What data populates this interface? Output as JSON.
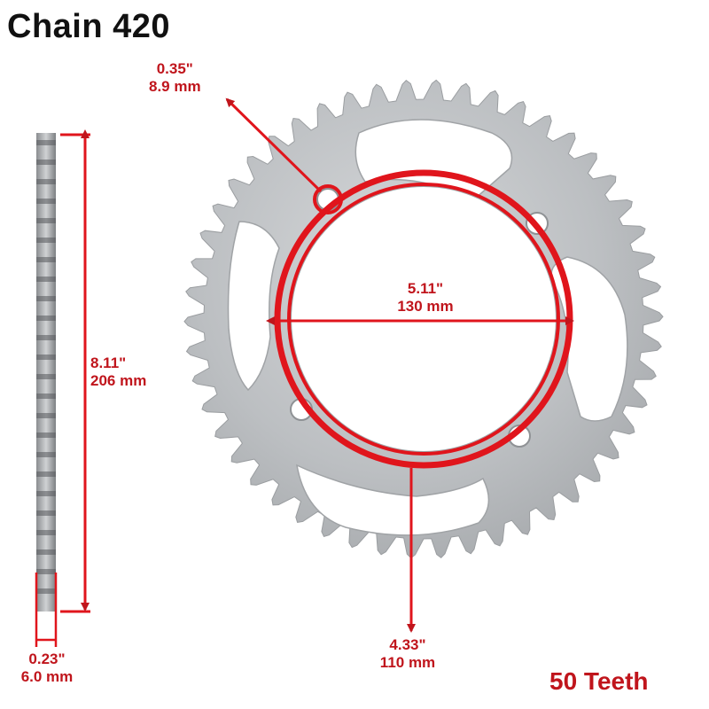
{
  "title": "Chain 420",
  "dimensions": {
    "bolt_hole": {
      "inch": "0.35\"",
      "mm": "8.9 mm"
    },
    "center_bore": {
      "inch": "5.11\"",
      "mm": "130 mm"
    },
    "outer_diameter": {
      "inch": "8.11\"",
      "mm": "206 mm"
    },
    "bolt_circle": {
      "inch": "4.33\"",
      "mm": "110 mm"
    },
    "thickness": {
      "inch": "0.23\"",
      "mm": "6.0 mm"
    }
  },
  "teeth_label": "50 Teeth",
  "colors": {
    "accent": "#c0151c",
    "metal": "#b9bcbf",
    "metal_dark": "#8a8d90",
    "title": "#111111"
  }
}
